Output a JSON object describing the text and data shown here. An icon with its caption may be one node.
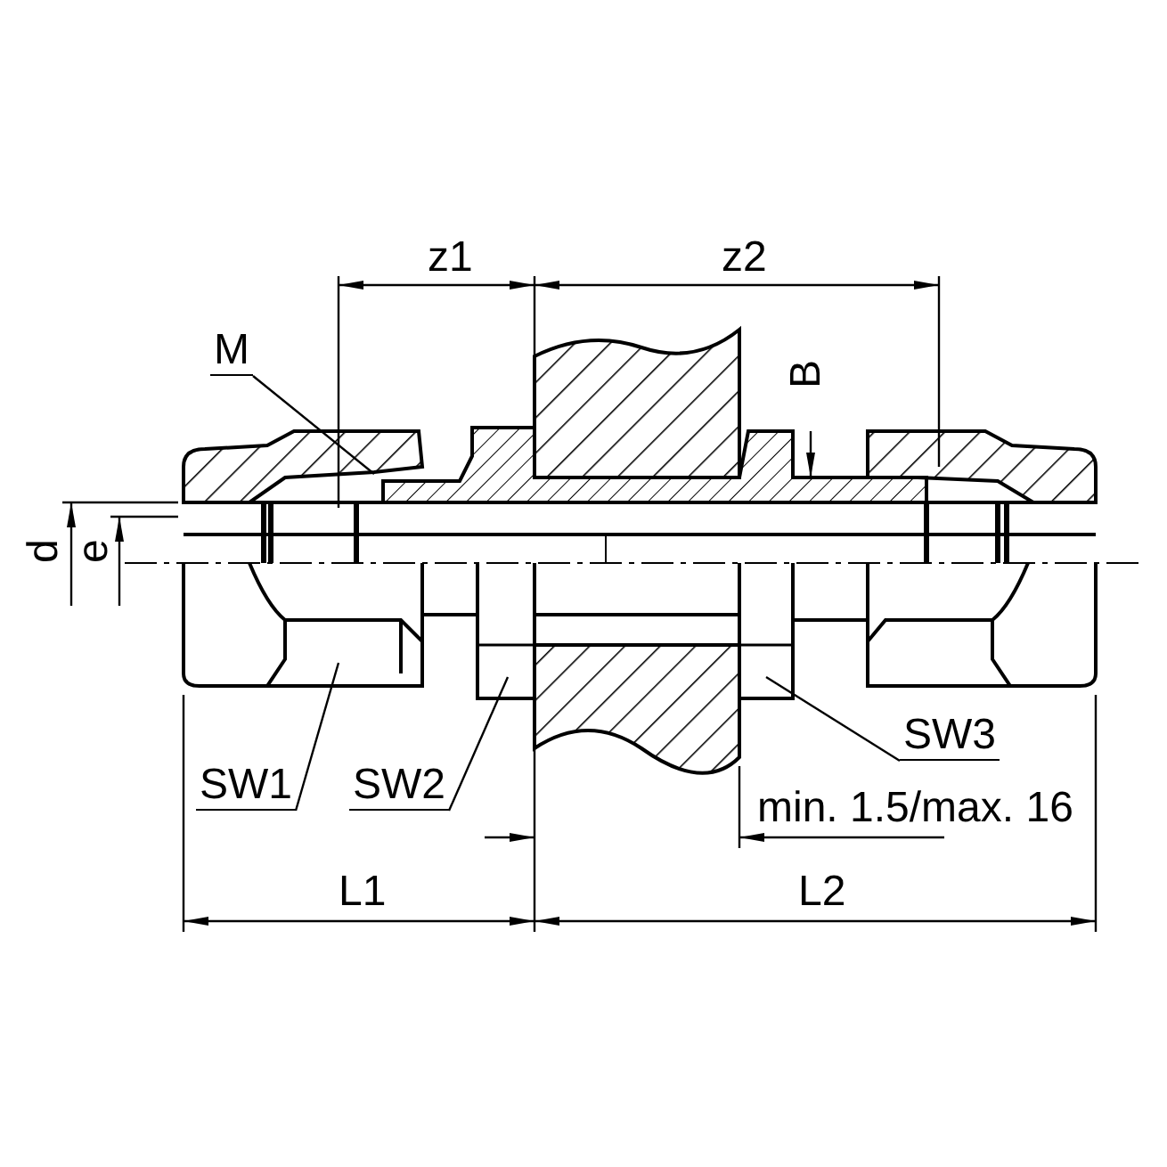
{
  "diagram": {
    "nodes": [
      {
        "text": [
          "M"
        ]
      },
      {
        "text": [
          "SW1"
        ]
      },
      {
        "text": [
          "SW2"
        ]
      },
      {
        "text": [
          "SW3"
        ]
      }
    ],
    "edges": [
      {
        "from": 0,
        "to": null,
        "arrow": "none"
      },
      {
        "from": 1,
        "to": null,
        "arrow": "none"
      },
      {
        "from": 2,
        "to": null,
        "arrow": "none"
      },
      {
        "from": 3,
        "to": null,
        "arrow": "none"
      }
    ],
    "labels": [
      "z1",
      "z2",
      "B",
      "d",
      "e",
      "min. 1.5/max. 16",
      "L1",
      "L2"
    ]
  }
}
